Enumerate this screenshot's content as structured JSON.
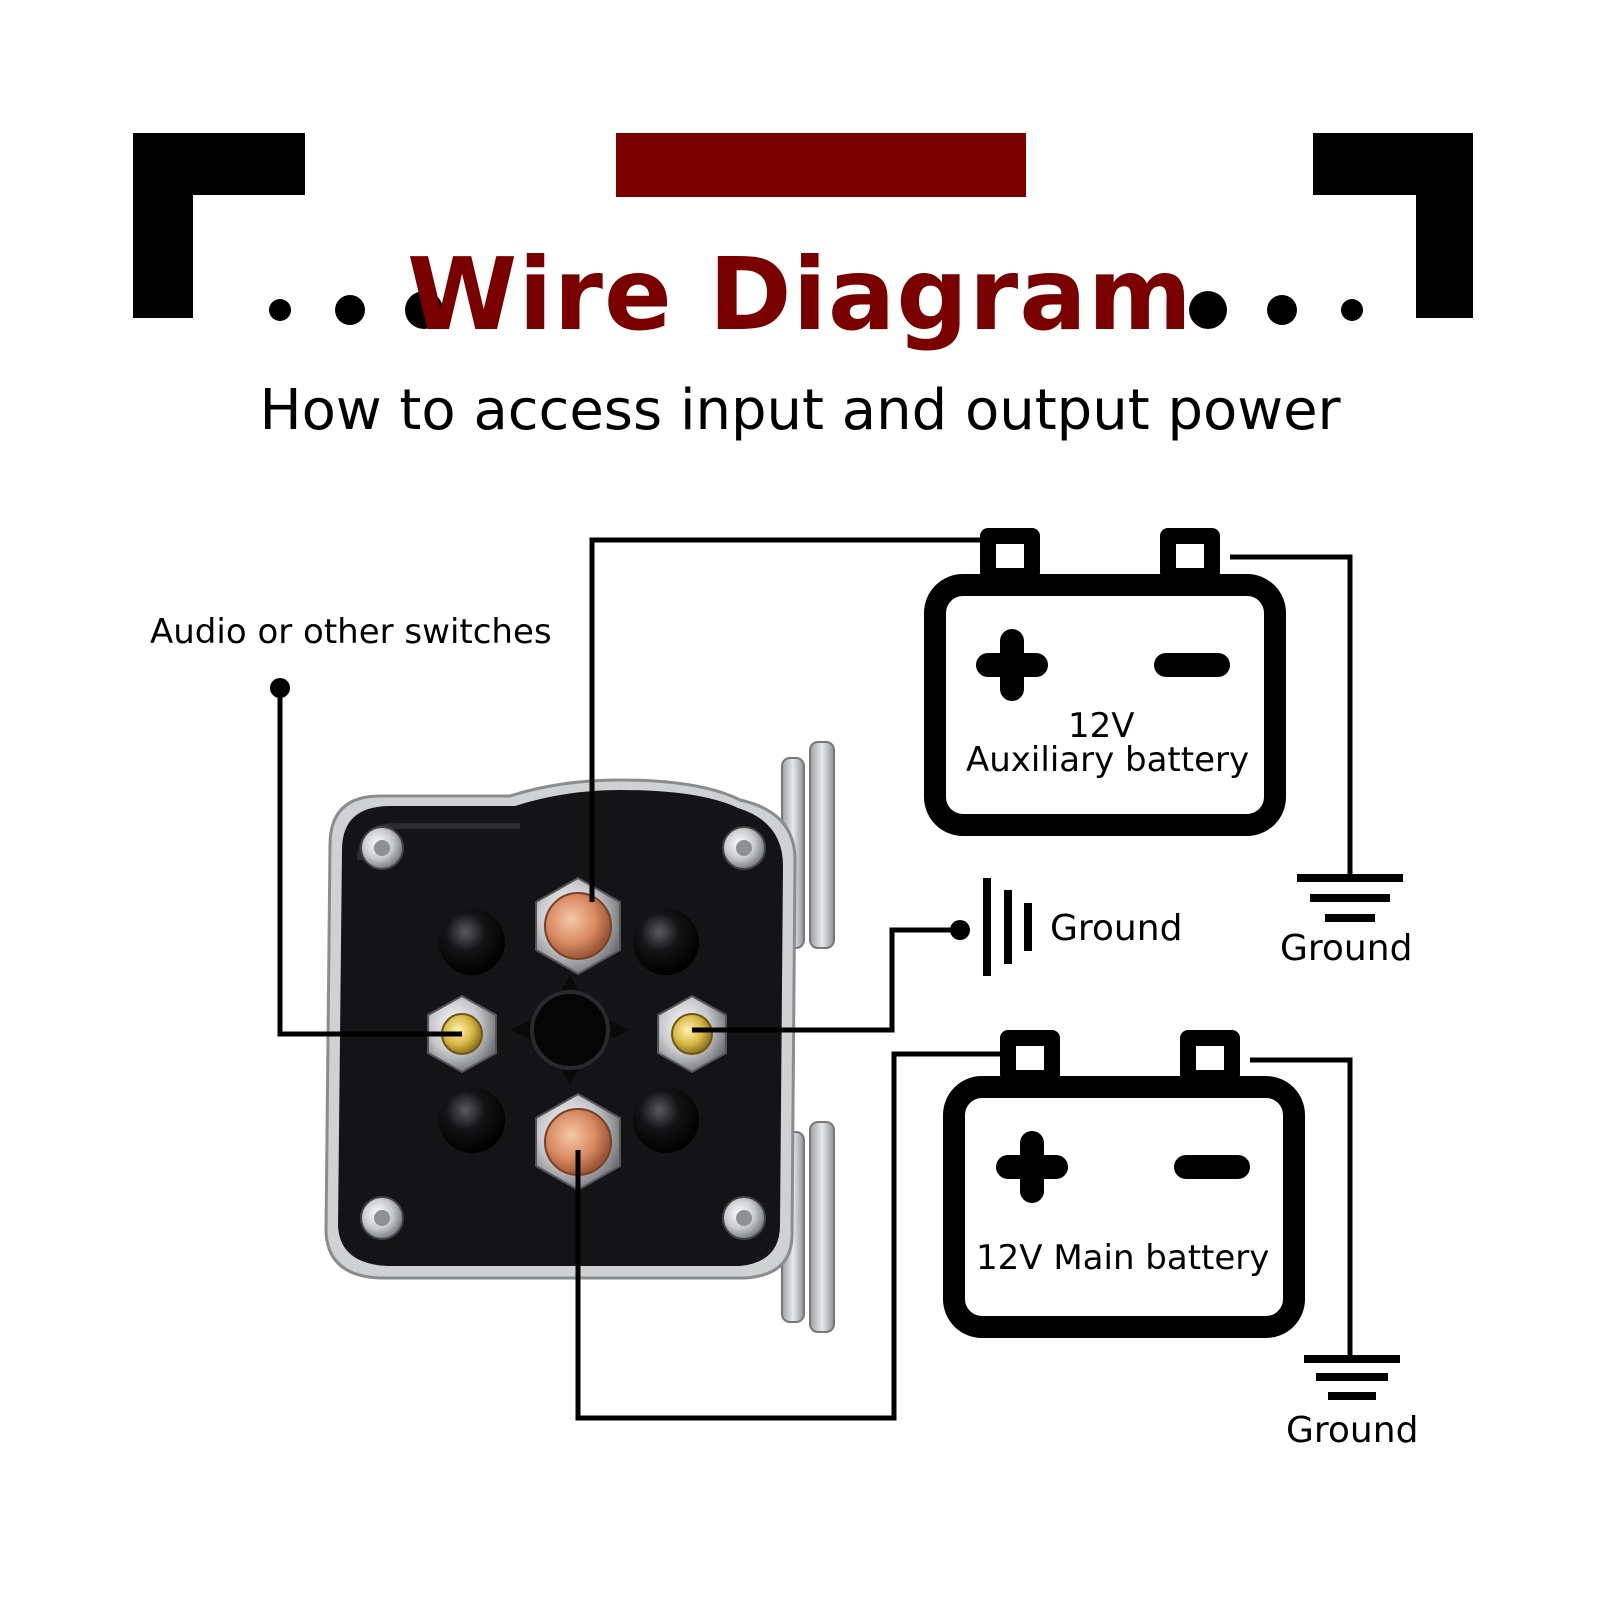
{
  "header": {
    "title": "Wire Diagram",
    "subtitle": "How to access input and output power",
    "accent_color": "#7a0000"
  },
  "labels": {
    "switch": "Audio or other switches",
    "ground_center": "Ground",
    "ground_aux": "Ground",
    "ground_main": "Ground"
  },
  "batteries": {
    "auxiliary": {
      "line1": "12V",
      "line2": "Auxiliary battery",
      "plus": "+",
      "minus": "−"
    },
    "main": {
      "line1": "12V Main battery",
      "plus": "+",
      "minus": "−"
    }
  },
  "icons": {
    "solenoid": "solenoid-relay-icon",
    "battery": "battery-icon",
    "ground": "ground-symbol-icon"
  }
}
